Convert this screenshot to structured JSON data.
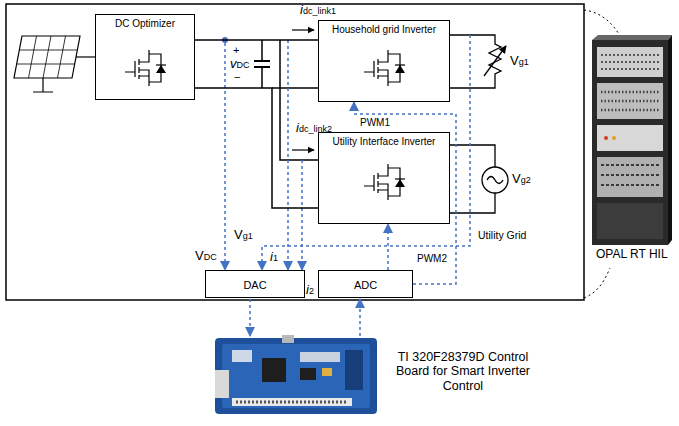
{
  "diagram": {
    "nodes": [
      {
        "text": [
          "DC Optimizer"
        ]
      },
      {
        "text": [
          "Household grid Inverter"
        ]
      },
      {
        "text": [
          "Utility Interface Inverter"
        ]
      },
      {
        "text": [
          "DAC"
        ]
      },
      {
        "text": [
          "ADC"
        ]
      }
    ],
    "edges": [
      {
        "from": 0,
        "to": 1,
        "arrow": "none"
      },
      {
        "from": 0,
        "to": 2,
        "arrow": "none"
      },
      {
        "from": 4,
        "to": 1,
        "arrow": "to",
        "label": "PWM1"
      },
      {
        "from": 4,
        "to": 2,
        "arrow": "to",
        "label": "PWM2"
      }
    ],
    "labels": [
      "+",
      "vDC",
      "−",
      "idc_link1",
      "idc_link2",
      "Vg1",
      "Vg2",
      "Utility Grid",
      "VDC",
      "Vg1",
      "i1",
      "i2",
      "TI 320F28379D Control Board for Smart Inverter Control",
      "OPAL RT HIL"
    ]
  }
}
